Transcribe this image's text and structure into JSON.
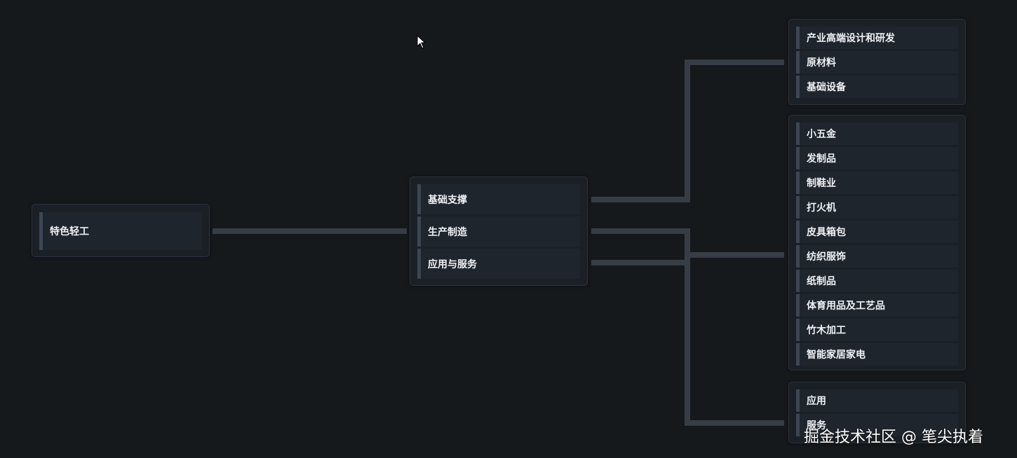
{
  "root": {
    "label": "特色轻工"
  },
  "middle": {
    "items": [
      "基础支撑",
      "生产制造",
      "应用与服务"
    ]
  },
  "groups": [
    {
      "items": [
        "产业高端设计和研发",
        "原材料",
        "基础设备"
      ]
    },
    {
      "items": [
        "小五金",
        "发制品",
        "制鞋业",
        "打火机",
        "皮具箱包",
        "纺织服饰",
        "纸制品",
        "体育用品及工艺品",
        "竹木加工",
        "智能家居家电"
      ]
    },
    {
      "items": [
        "应用",
        "服务"
      ]
    }
  ],
  "watermark": "掘金技术社区 @ 笔尖执着",
  "colors": {
    "background": "#16191c",
    "connector": "#363d45",
    "panel": "#1b2027",
    "item": "#1f252d",
    "item_accent": "#3d4653",
    "text": "#eef1f5"
  }
}
